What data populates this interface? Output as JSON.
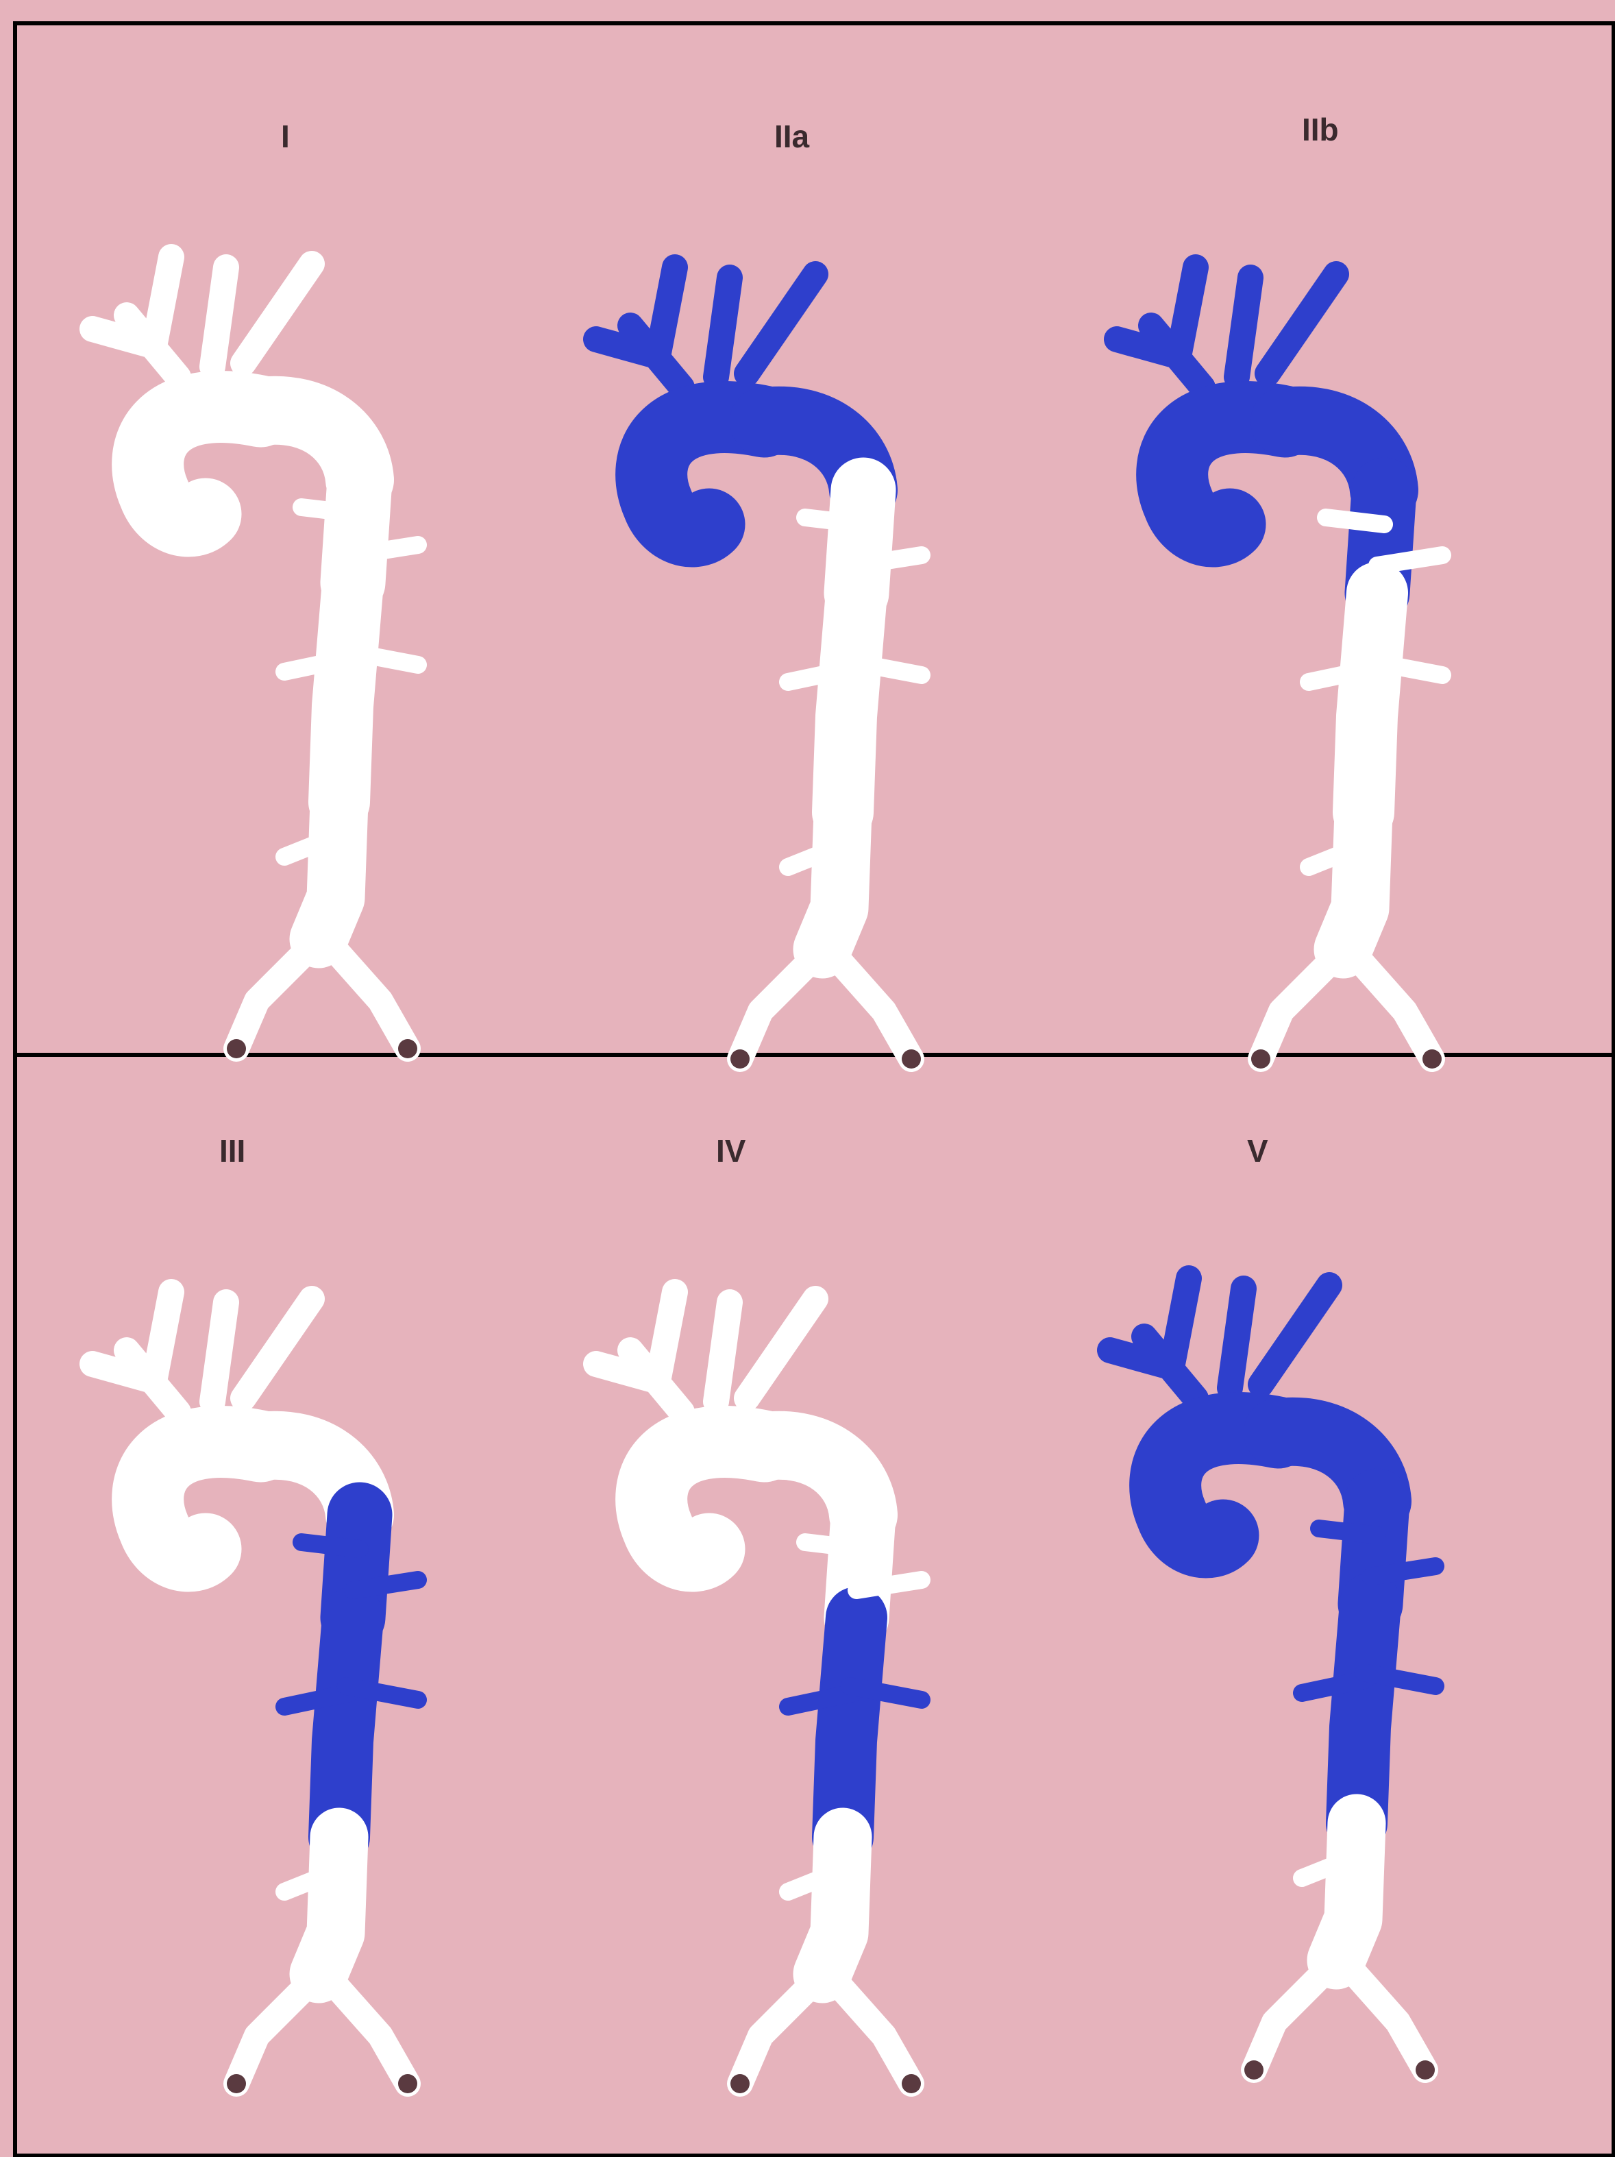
{
  "colors": {
    "background": "#e6b3bc",
    "frame": "#000000",
    "affected": "#2e3fcc",
    "normal": "#ffffff",
    "label": "#3a2a2e",
    "vessel_tip": "#5a3a40"
  },
  "panels": [
    {
      "id": "I",
      "label": "I",
      "highlight": "none"
    },
    {
      "id": "IIa",
      "label": "IIa",
      "highlight": "arch"
    },
    {
      "id": "IIb",
      "label": "IIb",
      "highlight": "arch_to_isthmus"
    },
    {
      "id": "III",
      "label": "III",
      "highlight": "thoracic"
    },
    {
      "id": "IV",
      "label": "IV",
      "highlight": "upper_abdominal"
    },
    {
      "id": "V",
      "label": "V",
      "highlight": "arch_to_renal"
    }
  ]
}
